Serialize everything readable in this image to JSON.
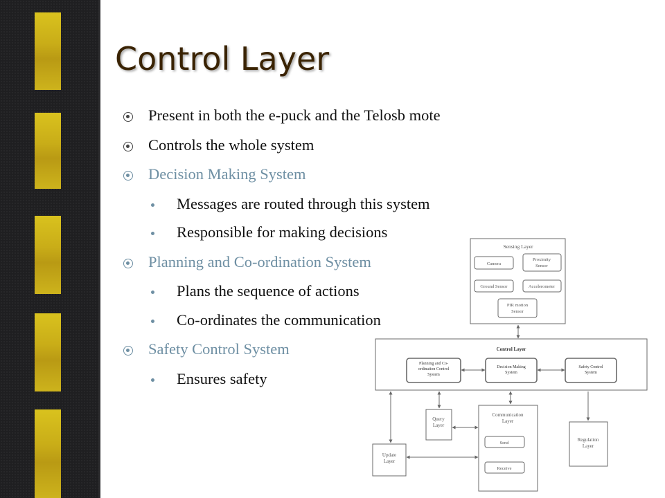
{
  "title": "Control Layer",
  "bullets": [
    {
      "text": "Present in both the e-puck and the Telosb mote",
      "level": 1,
      "accent": false
    },
    {
      "text": "Controls the whole system",
      "level": 1,
      "accent": false
    },
    {
      "text": "Decision Making System",
      "level": 1,
      "accent": true
    },
    {
      "text": "Messages are routed through this system",
      "level": 2
    },
    {
      "text": "Responsible for making decisions",
      "level": 2
    },
    {
      "text": "Planning and Co-ordination System",
      "level": 1,
      "accent": true
    },
    {
      "text": "Plans the sequence of actions",
      "level": 2
    },
    {
      "text": "Co-ordinates the communication",
      "level": 2
    },
    {
      "text": "Safety Control System",
      "level": 1,
      "accent": true
    },
    {
      "text": "Ensures safety",
      "level": 2
    }
  ],
  "diagram": {
    "sensing_layer": "Sensing Layer",
    "camera": "Camera",
    "proximity_1": "Proximity",
    "proximity_2": "Sensor",
    "ground_sensor": "Ground Sensor",
    "accelerometer": "Accelerometer",
    "pir_1": "PIR motion",
    "pir_2": "Sensor",
    "control_layer": "Control Layer",
    "planning_1": "Planning and Co-",
    "planning_2": "ordination Control",
    "planning_3": "System",
    "decision_1": "Decision Making",
    "decision_2": "System",
    "safety_1": "Safety Control",
    "safety_2": "System",
    "query_1": "Query",
    "query_2": "Layer",
    "comm_1": "Communication",
    "comm_2": "Layer",
    "send": "Send",
    "receive": "Receive",
    "update_1": "Update",
    "update_2": "Layer",
    "regulation_1": "Regulation",
    "regulation_2": "Layer"
  },
  "colors": {
    "title": "#3a2303",
    "accent": "#6e8fa3",
    "road": "#1f1f21",
    "road_dash": "#d2b81c"
  }
}
